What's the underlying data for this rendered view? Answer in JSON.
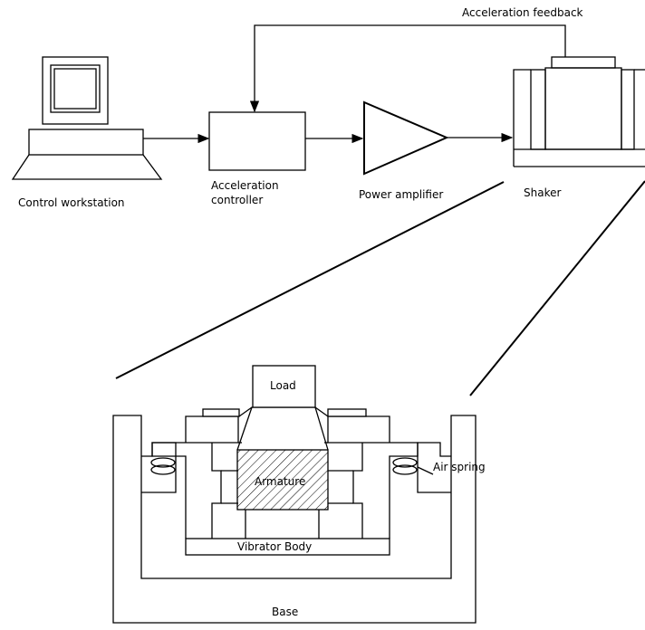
{
  "labels": {
    "acceleration_feedback": "Acceleration feedback",
    "control_workstation": "Control workstation",
    "acceleration_controller_line1": "Acceleration",
    "acceleration_controller_line2": "controller",
    "power_amplifier": "Power amplifier",
    "shaker": "Shaker",
    "load": "Load",
    "armature": "Armature",
    "vibrator_body": "Vibrator Body",
    "base": "Base",
    "air_spring": "Air spring"
  }
}
